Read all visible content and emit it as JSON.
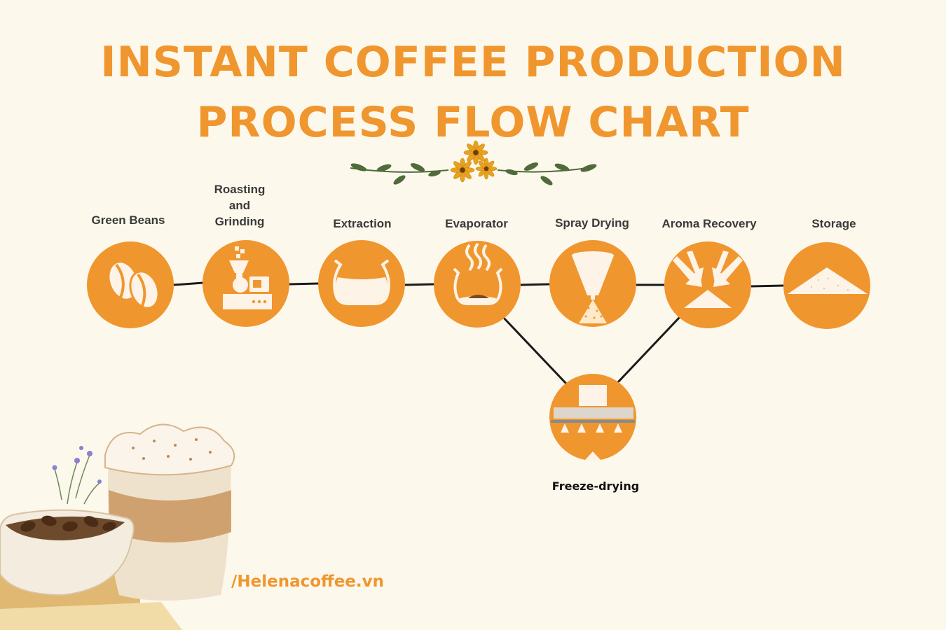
{
  "title": {
    "line1": "INSTANT COFFEE PRODUCTION",
    "line2": "PROCESS FLOW CHART"
  },
  "steps": [
    {
      "label": [
        "Green Beans"
      ],
      "icon": "coffee-beans-icon"
    },
    {
      "label": [
        "Roasting",
        "and",
        "Grinding"
      ],
      "icon": "roaster-grinder-icon"
    },
    {
      "label": [
        "Extraction"
      ],
      "icon": "extraction-vessel-icon"
    },
    {
      "label": [
        "Evaporator"
      ],
      "icon": "evaporator-steam-icon"
    },
    {
      "label": [
        "Spray Drying"
      ],
      "icon": "spray-dryer-icon"
    },
    {
      "label": [
        "Aroma Recovery"
      ],
      "icon": "aroma-recovery-icon"
    },
    {
      "label": [
        "Storage"
      ],
      "icon": "powder-pile-icon"
    }
  ],
  "branch": {
    "label": "Freeze-drying",
    "icon": "freeze-dryer-icon"
  },
  "watermark": "/Helenacoffee.vn",
  "colors": {
    "accent": "#f0962e",
    "background": "#fdf8ec",
    "line": "#1a1a1a",
    "ornament_leaf": "#4f6b3a",
    "ornament_flower": "#e9a21f"
  }
}
